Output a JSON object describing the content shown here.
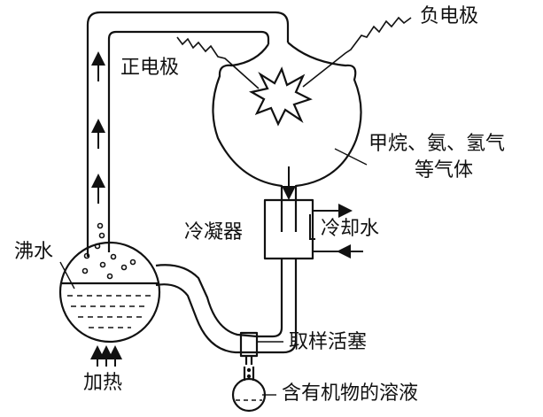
{
  "labels": {
    "negative_electrode": "负电极",
    "positive_electrode": "正电极",
    "gases_line1": "甲烷、氨、氢气",
    "gases_line2": "等气体",
    "condenser": "冷凝器",
    "cooling_water": "冷却水",
    "boiling_water": "沸水",
    "sampling_stopcock": "取样活塞",
    "heating": "加热",
    "organic_solution": "含有机物的溶液"
  },
  "colors": {
    "ink": "#111111",
    "background": "#ffffff"
  }
}
